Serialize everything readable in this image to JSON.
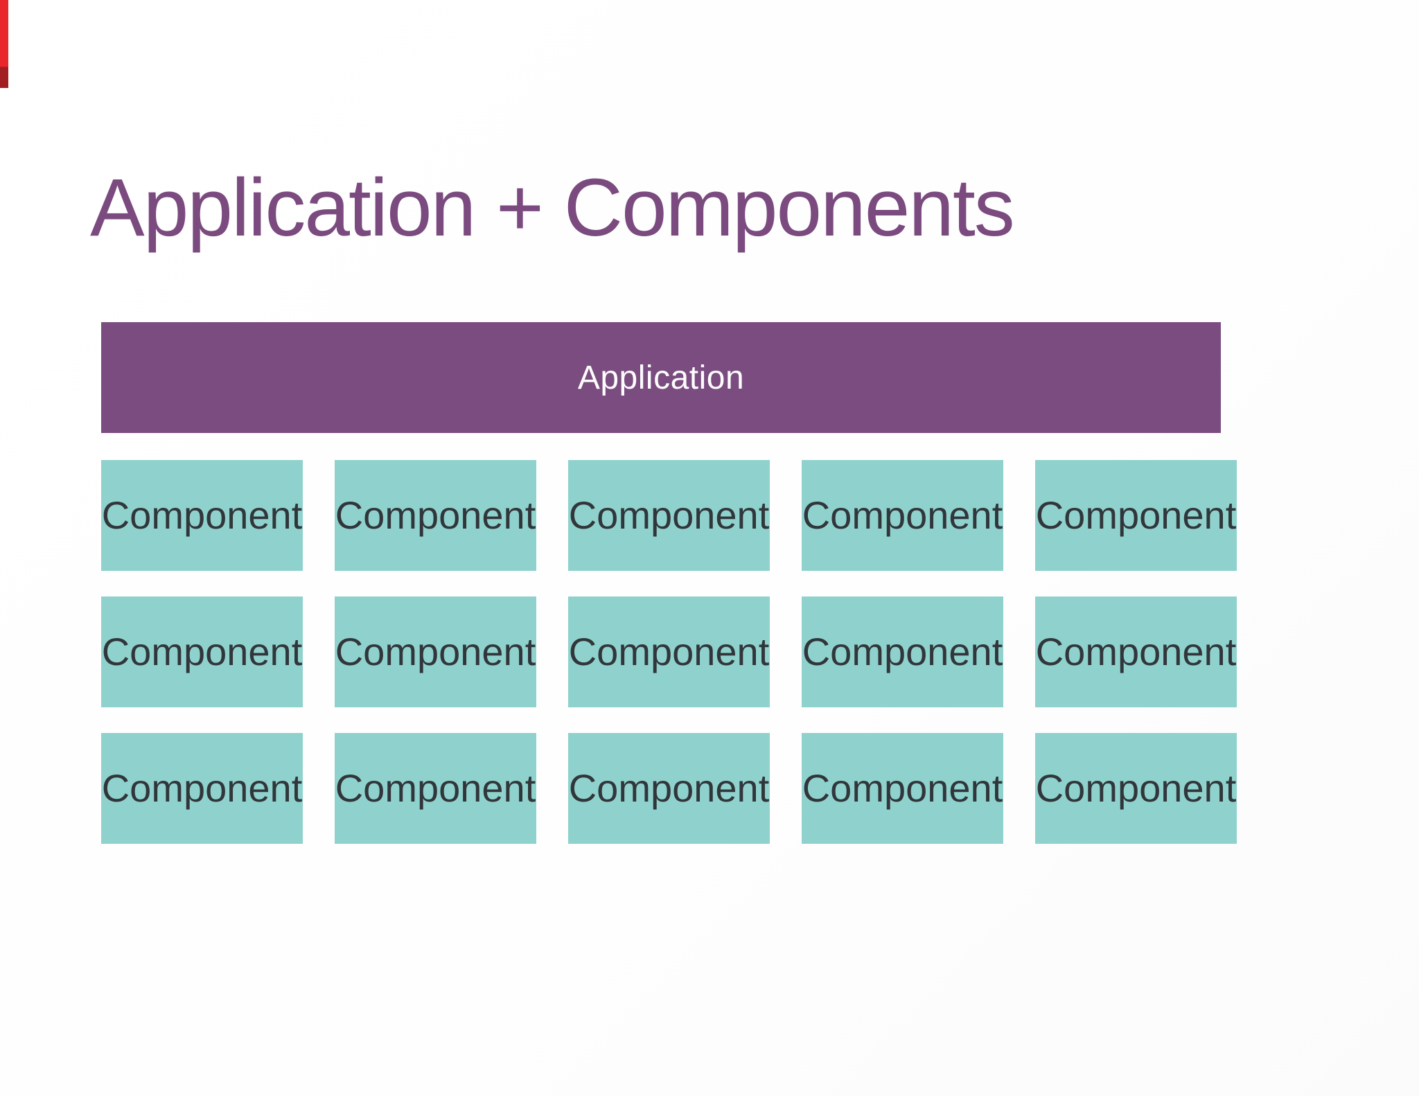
{
  "slide": {
    "title": "Application + Components"
  },
  "application_bar": {
    "label": "Application"
  },
  "grid": {
    "rows": 3,
    "columns": 5,
    "cells": [
      {
        "label": "Component"
      },
      {
        "label": "Component"
      },
      {
        "label": "Component"
      },
      {
        "label": "Component"
      },
      {
        "label": "Component"
      },
      {
        "label": "Component"
      },
      {
        "label": "Component"
      },
      {
        "label": "Component"
      },
      {
        "label": "Component"
      },
      {
        "label": "Component"
      },
      {
        "label": "Component"
      },
      {
        "label": "Component"
      },
      {
        "label": "Component"
      },
      {
        "label": "Component"
      },
      {
        "label": "Component"
      }
    ]
  },
  "colors": {
    "title_text": "#7b4b80",
    "application_bar_bg": "#7a4c7f",
    "application_bar_text": "#fdfdfe",
    "component_bg": "#8fd2cd",
    "component_text": "#31363b",
    "accent_red": "#e9262b",
    "background": "#ffffff"
  }
}
